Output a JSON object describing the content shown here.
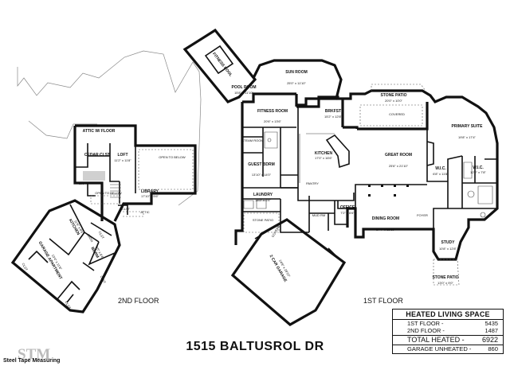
{
  "address": "1515 BALTUSROL DR",
  "logo_text": "Steel Tape Measuring",
  "logo_mark": "STM",
  "floors": {
    "first": "1ST FLOOR",
    "second": "2ND FLOOR"
  },
  "rooms_first": {
    "pool_room": {
      "name": "POOL ROOM",
      "dims": "15'8\" x 11'10\""
    },
    "fitness_pool": {
      "name": "FITNESS POOL"
    },
    "sun_room": {
      "name": "SUN ROOM",
      "dims": "25'0\" x 11'10\""
    },
    "stone_patio_back": {
      "name": "STONE PATIO",
      "dims": "20'0\" x 10'0\""
    },
    "fitness_room": {
      "name": "FITNESS ROOM",
      "dims": "20'6\" x 13'6\""
    },
    "brkfst": {
      "name": "BRKFST",
      "dims": "15'2\" x 12'8\""
    },
    "covered": {
      "name": "COVERED"
    },
    "primary_suite": {
      "name": "PRIMARY SUITE",
      "dims": "19'8\" x 17'4\""
    },
    "steam_room": {
      "name": "STEAM ROOM"
    },
    "kitchen": {
      "name": "KITCHEN",
      "dims": "17'0\" x 16'6\""
    },
    "great_room": {
      "name": "GREAT ROOM",
      "dims": "25'6\" x 21'10\""
    },
    "wic_left": {
      "name": "W.I.C.",
      "dims": "6'8\" x 11'8\""
    },
    "wic_right": {
      "name": "W.I.C.",
      "dims": "12'2\" x 7'8\""
    },
    "guest_bdrm": {
      "name": "GUEST BDRM",
      "dims": "13'10\" x 14'0\""
    },
    "pantry": {
      "name": "PANTRY"
    },
    "laundry": {
      "name": "LAUNDRY",
      "dims": "16'2\" x 6'6\""
    },
    "office": {
      "name": "OFFICE",
      "dims": "7'2\" x 6'6\""
    },
    "mud_rm": {
      "name": "MUD RM"
    },
    "dining_room": {
      "name": "DINING ROOM",
      "dims": "17'4\" x 13'10\""
    },
    "foyer": {
      "name": "FOYER"
    },
    "stone_patio_side": {
      "name": "STONE PATIO"
    },
    "covered_side": {
      "name": "COVERED"
    },
    "study": {
      "name": "STUDY",
      "dims": "10'8\" x 12'8\""
    },
    "garage": {
      "name": "2 CAR GARAGE",
      "dims": "24'8\" x 29'10\""
    },
    "stone_patio_front": {
      "name": "STONE PATIO",
      "dims": "13'0\" x 9'0\""
    }
  },
  "rooms_second": {
    "attic_floor": {
      "name": "ATTIC W/ FLOOR"
    },
    "cedar_clst": {
      "name": "CEDAR CLST"
    },
    "loft": {
      "name": "LOFT",
      "dims": "11'2\" x 11'8\""
    },
    "open_below_right": {
      "name": "OPEN TO BELOW"
    },
    "open_below_left": {
      "name": "OPEN TO BELOW"
    },
    "dn": {
      "name": "DN"
    },
    "library": {
      "name": "LIBRARY",
      "dims": "17'10\" x 5'6\""
    },
    "clst": {
      "name": "CLST"
    },
    "attic": {
      "name": "ATTIC"
    },
    "kitchen2": {
      "name": "KITCHEN",
      "dims": "11'6\" x 8'6\""
    },
    "gar_bath": {
      "name": "BATH"
    },
    "apartment": {
      "name": "GARAGE APARTMENT",
      "dims": "13'4\" x 11'8\""
    },
    "closet_a": {
      "name": "CLST"
    },
    "closet_b": {
      "name": "CLST"
    },
    "bdrm_small": {
      "name": "BDRM",
      "dims": "9'0\" x 8'4\""
    },
    "closet_c": {
      "name": "CLST"
    },
    "closet_d": {
      "name": "CLST"
    }
  },
  "heated": {
    "header": "HEATED LIVING SPACE",
    "rows": [
      {
        "label": "1ST FLOOR -",
        "value": "5435"
      },
      {
        "label": "2ND FLOOR -",
        "value": "1487"
      }
    ],
    "total": {
      "label": "TOTAL HEATED -",
      "value": "6922"
    },
    "garage": {
      "label": "GARAGE UNHEATED -",
      "value": "860"
    }
  }
}
